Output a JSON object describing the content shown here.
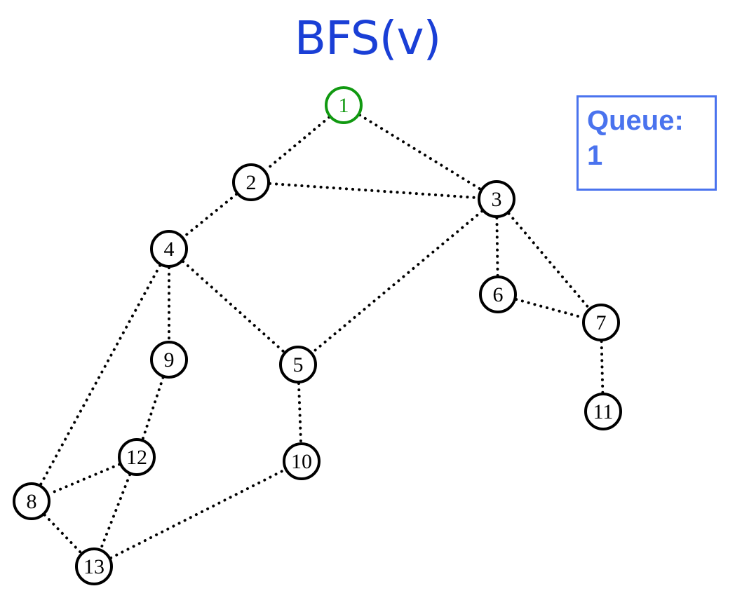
{
  "title": "BFS(v)",
  "queue": {
    "label": "Queue:",
    "value": "1"
  },
  "colors": {
    "title": "#1a3fd6",
    "queue_text": "#4a73ee",
    "queue_border": "#4a73ee",
    "node_default": "#000000",
    "node_current": "#119911",
    "edge": "#000000"
  },
  "graph": {
    "current_node": "1",
    "nodes": [
      "1",
      "2",
      "3",
      "4",
      "5",
      "6",
      "7",
      "8",
      "9",
      "10",
      "11",
      "12",
      "13"
    ],
    "edges": [
      [
        "1",
        "2"
      ],
      [
        "1",
        "3"
      ],
      [
        "2",
        "3"
      ],
      [
        "2",
        "4"
      ],
      [
        "3",
        "5"
      ],
      [
        "3",
        "6"
      ],
      [
        "3",
        "7"
      ],
      [
        "6",
        "7"
      ],
      [
        "7",
        "11"
      ],
      [
        "4",
        "5"
      ],
      [
        "4",
        "9"
      ],
      [
        "4",
        "8"
      ],
      [
        "5",
        "10"
      ],
      [
        "9",
        "12"
      ],
      [
        "12",
        "8"
      ],
      [
        "12",
        "13"
      ],
      [
        "8",
        "13"
      ],
      [
        "13",
        "10"
      ]
    ]
  }
}
